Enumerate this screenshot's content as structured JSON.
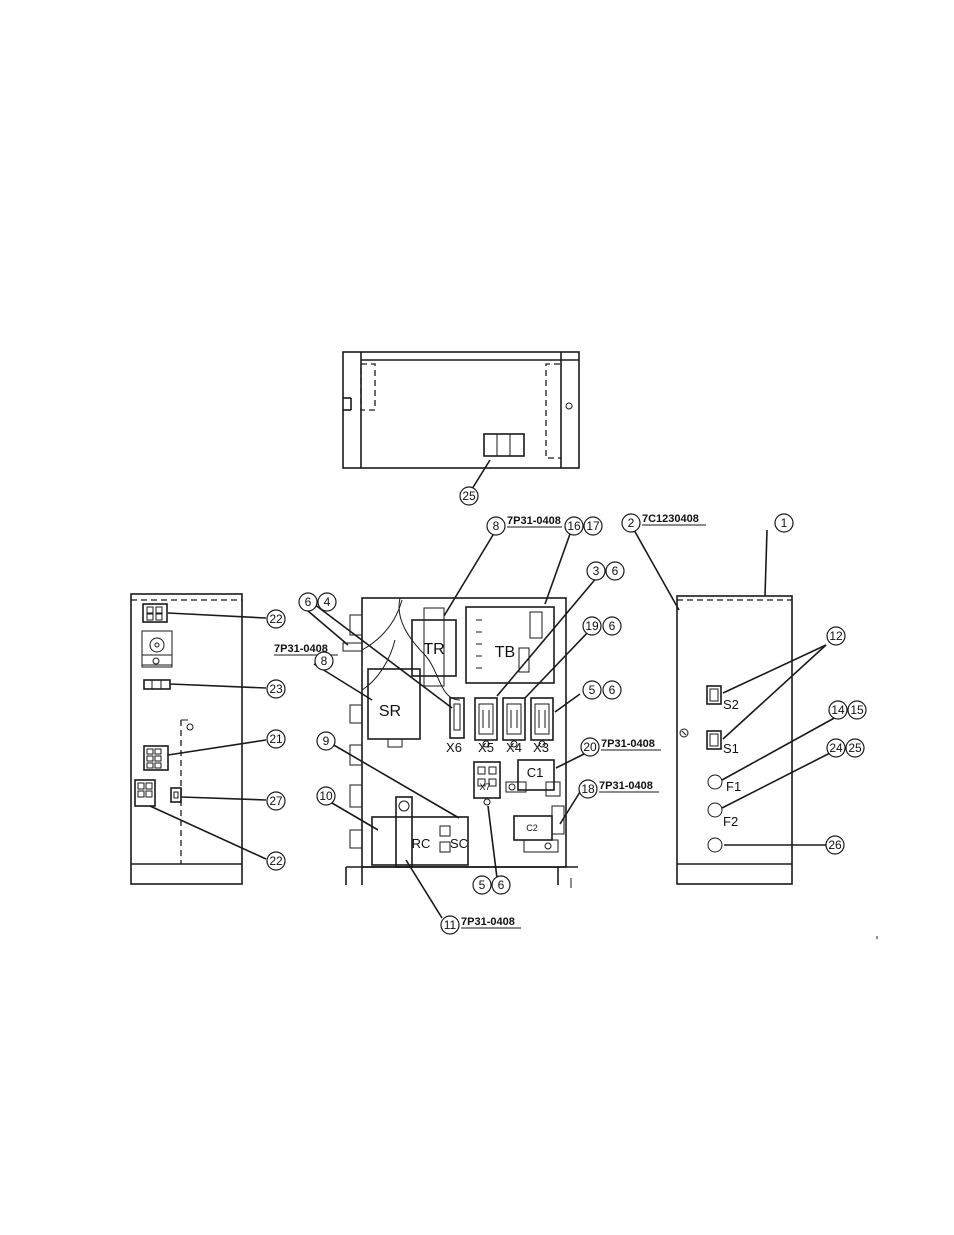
{
  "part_numbers": {
    "p8_top": "7P31-0408",
    "p2": "7C1230408",
    "p8_left": "7P31-0408",
    "p20": "7P31-0408",
    "p18": "7P31-0408",
    "p11": "7P31-0408"
  },
  "components": {
    "tr": "TR",
    "tb": "TB",
    "sr": "SR",
    "x6": "X6",
    "x5": "X5",
    "x4": "X4",
    "x3": "X3",
    "x7": "X7",
    "c1": "C1",
    "c2": "C2",
    "rc": "RC",
    "sc": "SC",
    "s1": "S1",
    "s2": "S2",
    "f1": "F1",
    "f2": "F2"
  },
  "callouts": {
    "c25_top": "25",
    "c8_top": "8",
    "c16": "16",
    "c17": "17",
    "c2": "2",
    "c1": "1",
    "c6_a": "6",
    "c4": "4",
    "c8_left": "8",
    "c3": "3",
    "c6_b": "6",
    "c19": "19",
    "c6_c": "6",
    "c5_a": "5",
    "c6_d": "6",
    "c20": "20",
    "c18": "18",
    "c9": "9",
    "c10": "10",
    "c11": "11",
    "c5_b": "5",
    "c6_e": "6",
    "c12": "12",
    "c14": "14",
    "c15": "15",
    "c24": "24",
    "c25_right": "25",
    "c26": "26",
    "c22_top": "22",
    "c23": "23",
    "c21": "21",
    "c27": "27",
    "c22_bot": "22"
  }
}
